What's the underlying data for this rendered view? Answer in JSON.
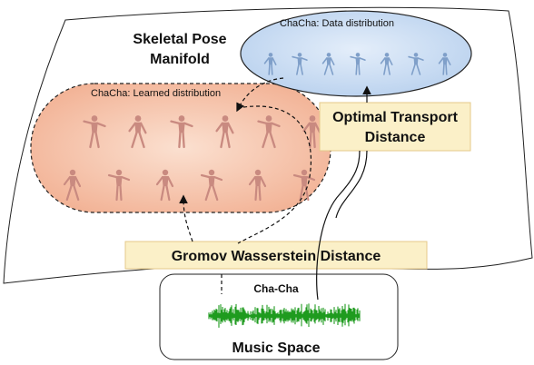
{
  "manifold": {
    "title_line1": "Skeletal Pose",
    "title_line2": "Manifold"
  },
  "data_distribution": {
    "label": "ChaCha:  Data distribution",
    "figure_count": 7
  },
  "learned_distribution": {
    "label": "ChaCha: Learned distribution",
    "top_row_count": 6,
    "bottom_row_count": 6
  },
  "optimal_transport": {
    "line1": "Optimal Transport",
    "line2": "Distance"
  },
  "gromov": {
    "label": "Gromov Wasserstein Distance"
  },
  "music": {
    "genre": "Cha-Cha",
    "label": "Music Space"
  },
  "colors": {
    "data_ellipse_fill": "#c9dcf2",
    "learned_fill": "#f6c2a6",
    "box_fill": "#fbf0c8",
    "box_stroke": "#e4c98a",
    "waveform": "#1f9b1f",
    "figure_blue": "#7f9fc9",
    "figure_salmon": "#c98a80"
  }
}
